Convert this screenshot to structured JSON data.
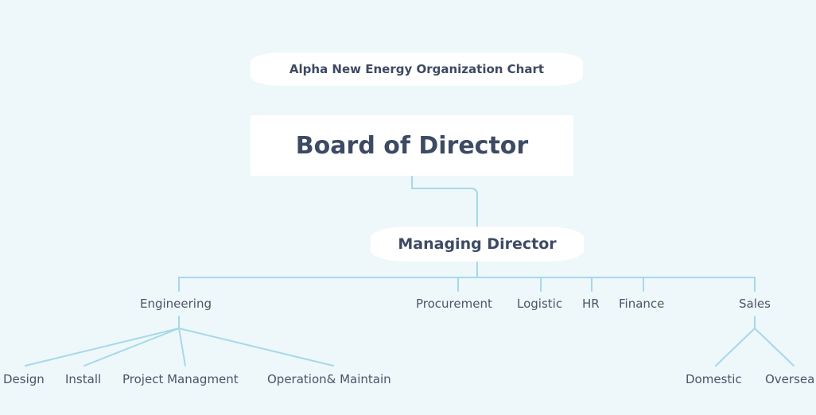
{
  "title": "Alpha New Energy Organization Chart",
  "root": "Board of Director",
  "managing_director": "Managing Director",
  "departments": {
    "engineering": "Engineering",
    "procurement": "Procurement",
    "logistic": "Logistic",
    "hr": "HR",
    "finance": "Finance",
    "sales": "Sales"
  },
  "engineering_units": {
    "design": "Design",
    "install": "Install",
    "project": "Project Managment",
    "operation": "Operation& Maintain"
  },
  "sales_units": {
    "domestic": "Domestic",
    "overseas": "Oversea"
  },
  "colors": {
    "background": "#eef7fa",
    "connector": "#a6d9e8",
    "node_fill": "#ffffff",
    "text_dark": "#3d4a63"
  }
}
